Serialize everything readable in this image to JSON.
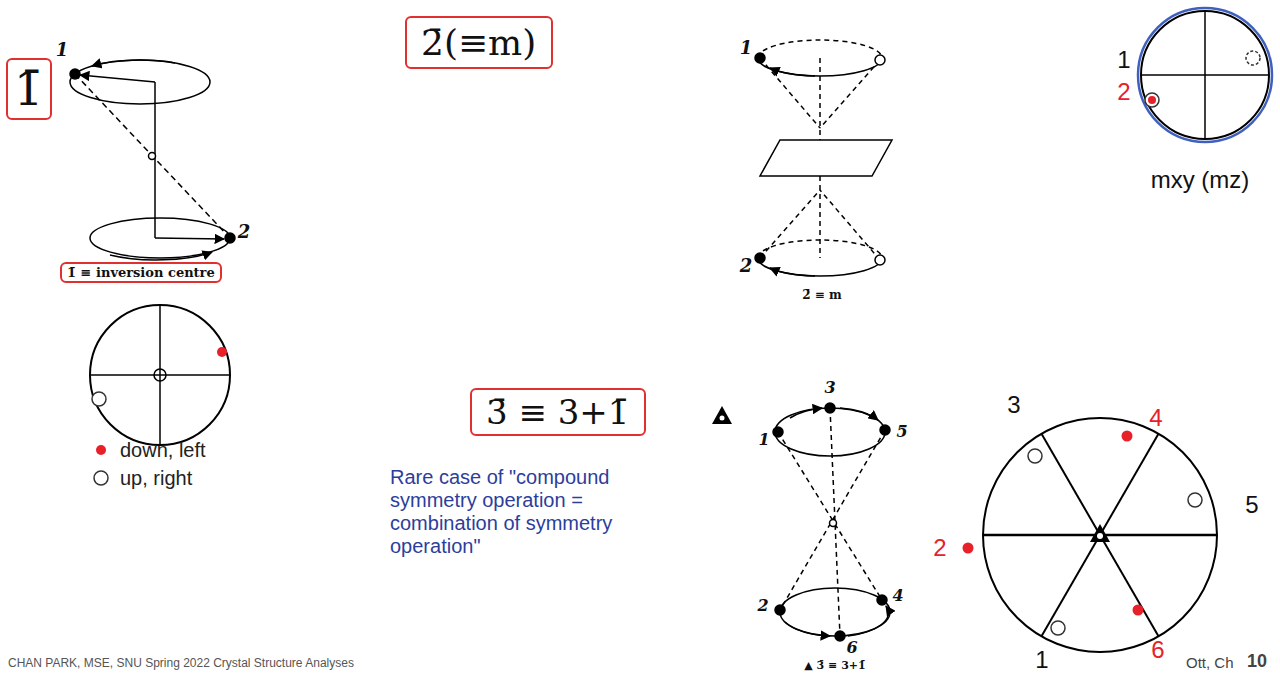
{
  "diagram": {
    "nodes": [
      {
        "text": [
          "1̄"
        ]
      },
      {
        "text": [
          "1̄ ≡ inversion centre"
        ]
      },
      {
        "text": [
          "2̄(≡m)"
        ]
      },
      {
        "text": [
          "3̄ ≡ 3+1̄"
        ]
      }
    ],
    "labels": [
      "1",
      "2",
      "1",
      "2",
      "2̄ ≡ m",
      "1",
      "2",
      "mxy (mz)",
      "Rare case of \"compound symmetry operation = combination of symmetry operation\"",
      "3",
      "1",
      "5",
      "2",
      "4",
      "6",
      "▲ 3̄ ≡ 3+1̄",
      "3",
      "4",
      "5",
      "2",
      "6",
      "1",
      "CHAN PARK, MSE, SNU Spring 2022 Crystal Structure Analyses",
      "Ott, Ch",
      "10"
    ],
    "legend": [
      {
        "text": "down, left"
      },
      {
        "text": "up, right"
      }
    ]
  }
}
